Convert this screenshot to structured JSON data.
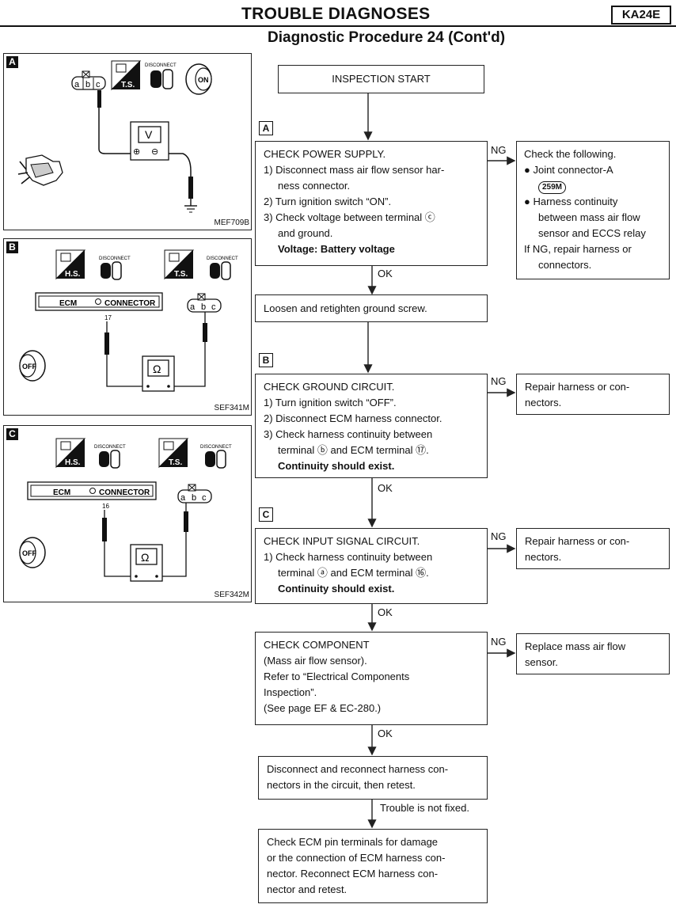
{
  "header": {
    "title": "TROUBLE DIAGNOSES",
    "tag": "KA24E",
    "subtitle": "Diagnostic Procedure 24 (Cont'd)"
  },
  "panels": {
    "a": {
      "letter": "A",
      "ts_label": "T.S.",
      "disconnect": "DISCONNECT",
      "on_label": "ON",
      "meter": "V",
      "plus": "⊕",
      "minus": "⊖",
      "terms": [
        "a",
        "b",
        "c"
      ],
      "ref": "MEF709B"
    },
    "b": {
      "letter": "B",
      "hs_label": "H.S.",
      "ts_label": "T.S.",
      "disconnect": "DISCONNECT",
      "ecm": "ECM",
      "connector": "CONNECTOR",
      "pin": "17",
      "off_label": "OFF",
      "meter": "Ω",
      "terms": [
        "a",
        "b",
        "c"
      ],
      "ref": "SEF341M"
    },
    "c": {
      "letter": "C",
      "hs_label": "H.S.",
      "ts_label": "T.S.",
      "disconnect": "DISCONNECT",
      "ecm": "ECM",
      "connector": "CONNECTOR",
      "pin": "16",
      "off_label": "OFF",
      "meter": "Ω",
      "terms": [
        "a",
        "b",
        "c"
      ],
      "ref": "SEF342M"
    }
  },
  "flow": {
    "start": "INSPECTION START",
    "step_a": "A",
    "power": {
      "lines": [
        "CHECK POWER SUPPLY.",
        "1) Disconnect mass air flow sensor har-",
        "ness connector.",
        "2) Turn ignition switch “ON”.",
        "3) Check voltage between terminal ⓒ",
        "and ground.",
        "Voltage: Battery voltage"
      ],
      "ng": "NG",
      "ng_lines": [
        "Check the following.",
        "● Joint connector-A",
        "259M",
        "● Harness continuity",
        "between mass air flow",
        "sensor and ECCS relay",
        "If NG, repair harness or",
        "connectors."
      ],
      "ok": "OK"
    },
    "ground_screw": "Loosen and retighten ground screw.",
    "step_b": "B",
    "ground": {
      "lines": [
        "CHECK GROUND CIRCUIT.",
        "1) Turn ignition switch “OFF”.",
        "2) Disconnect ECM harness connector.",
        "3) Check harness continuity between",
        "terminal ⓑ and ECM terminal ⑰.",
        "Continuity should exist."
      ],
      "ng": "NG",
      "ng_lines": [
        "Repair harness or con-",
        "nectors."
      ],
      "ok": "OK"
    },
    "step_c": "C",
    "input": {
      "lines": [
        "CHECK INPUT SIGNAL CIRCUIT.",
        "1) Check harness continuity between",
        "terminal ⓐ and ECM terminal ⑯.",
        "Continuity should exist."
      ],
      "ng": "NG",
      "ng_lines": [
        "Repair harness or con-",
        "nectors."
      ],
      "ok": "OK"
    },
    "component": {
      "lines": [
        "CHECK COMPONENT",
        "(Mass air flow sensor).",
        "Refer to “Electrical Components",
        "Inspection”.",
        "(See page EF & EC-280.)"
      ],
      "ng": "NG",
      "ng_lines": [
        "Replace mass air flow",
        "sensor."
      ],
      "ok": "OK"
    },
    "reconnect": [
      "Disconnect and reconnect harness con-",
      "nectors in the circuit, then retest."
    ],
    "not_fixed": "Trouble is not fixed.",
    "final": [
      "Check ECM pin terminals for damage",
      "or the connection of ECM harness con-",
      "nector. Reconnect ECM harness con-",
      "nector and retest."
    ]
  }
}
